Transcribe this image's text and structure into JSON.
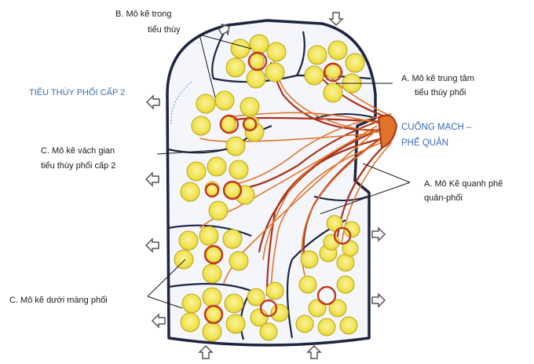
{
  "labels": {
    "b_interstitium_line1": "B. Mô kẽ trong",
    "b_interstitium_line2": "tiểu thùy",
    "secondary_lobule": "TIỂU THÙY PHỔI CẤP 2",
    "a_central_line1": "A.  Mô kẽ trung tâm",
    "a_central_line2": "tiểu thùy phổi",
    "hilum_line1": "CUỐNG MẠCH –",
    "hilum_line2": "PHẾ QUẢN",
    "c_septal_line1": "C. Mô kẽ vách gian",
    "c_septal_line2": "tiểu thùy phổi cấp 2",
    "a_peribronchovascular_line1": "A. Mô Kẽ quanh phế",
    "a_peribronchovascular_line2": "quản-phổi",
    "c_subpleural": "C. Mô kẽ dưới màng phổi"
  },
  "colors": {
    "outline": "#1f2540",
    "alveolus": "#efe24a",
    "alveolus_edge": "#b9a720",
    "vessel": "#e0732a",
    "vessel_dark": "#a8321c",
    "label_blue": "#3b6bb5",
    "arrow": "#555555"
  }
}
